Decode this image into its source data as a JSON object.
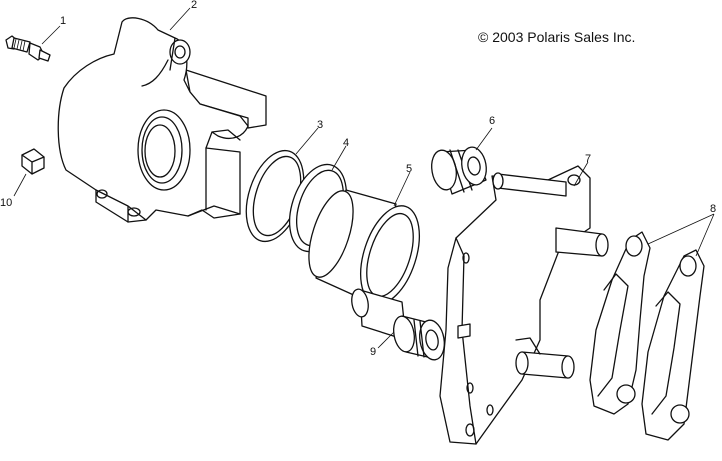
{
  "copyright": "© 2003 Polaris Sales Inc.",
  "callouts": {
    "c1": "1",
    "c2": "2",
    "c3": "3",
    "c4": "4",
    "c5": "5",
    "c6": "6",
    "c7": "7",
    "c8": "8",
    "c9": "9",
    "c10": "10"
  },
  "line_color": "#111111",
  "background": "#ffffff"
}
